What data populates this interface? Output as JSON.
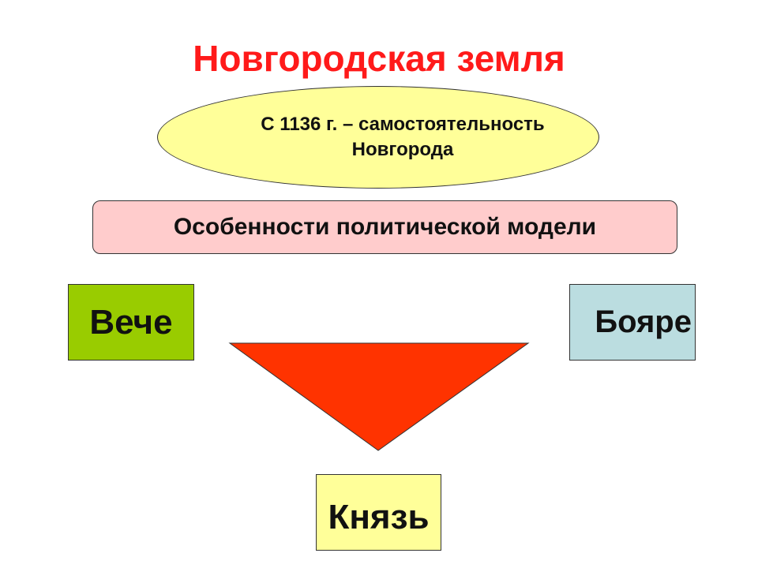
{
  "title": "Новгородская земля",
  "independence": {
    "line1": "С 1136 г. – самостоятельность",
    "line2": "Новгорода"
  },
  "features_label": "Особенности политической модели",
  "nodes": {
    "veche": "Вече",
    "boyare": "Бояре",
    "knyaz": "Князь"
  },
  "colors": {
    "title": "#ff1a1a",
    "ellipse_fill": "#ffff99",
    "features_fill": "#ffcccc",
    "veche_fill": "#99cc00",
    "boyare_fill": "#bbdde0",
    "knyaz_fill": "#ffff99",
    "triangle_fill": "#ff3300"
  }
}
